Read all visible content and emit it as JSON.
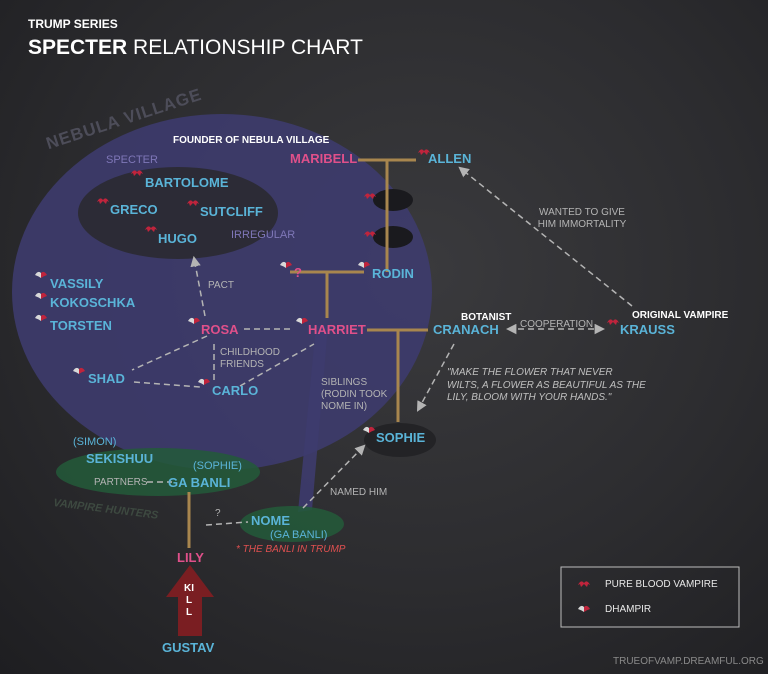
{
  "header": {
    "series": "TRUMP SERIES",
    "title_bold": "SPECTER",
    "title_rest": "RELATIONSHIP CHART"
  },
  "regions": {
    "nebula_village": "NEBULA VILLAGE",
    "vampire_hunters": "VAMPIRE HUNTERS",
    "specter": "SPECTER",
    "irregular": "IRREGULAR"
  },
  "roles": {
    "founder": "FOUNDER OF NEBULA VILLAGE",
    "botanist": "BOTANIST",
    "original_vampire": "ORIGINAL VAMPIRE"
  },
  "characters": {
    "maribell": "MARIBELL",
    "allen": "ALLEN",
    "bartolome": "BARTOLOME",
    "greco": "GRECO",
    "sutcliff": "SUTCLIFF",
    "hugo": "HUGO",
    "unknown": "?",
    "rodin": "RODIN",
    "vassily": "VASSILY",
    "kokoschka": "KOKOSCHKA",
    "torsten": "TORSTEN",
    "rosa": "ROSA",
    "harriet": "HARRIET",
    "cranach": "CRANACH",
    "krauss": "KRAUSS",
    "shad": "SHAD",
    "carlo": "CARLO",
    "sophie": "SOPHIE",
    "simon_alias": "(SIMON)",
    "sekishuu": "SEKISHUU",
    "sophie_alias": "(SOPHIE)",
    "ga_banli": "GA BANLI",
    "nome": "NOME",
    "nome_alias": "(GA BANLI)",
    "lily": "LILY",
    "gustav": "GUSTAV"
  },
  "relations": {
    "wanted": "WANTED TO GIVE HIM IMMORTALITY",
    "pact": "PACT",
    "cooperation": "COOPERATION",
    "childhood": "CHILDHOOD FRIENDS",
    "siblings": "SIBLINGS (RODIN TOOK NOME IN)",
    "named_him": "NAMED HIM",
    "partners": "PARTNERS",
    "unknown_link": "?",
    "kill": "KILL"
  },
  "quote": "\"MAKE THE FLOWER THAT NEVER WILTS, A FLOWER AS BEAUTIFUL AS THE LILY, BLOOM WITH YOUR HANDS.\"",
  "footnote": "* THE BANLI IN TRUMP",
  "legend": {
    "pure_blood": "PURE BLOOD VAMPIRE",
    "dhampir": "DHAMPIR"
  },
  "credit": "TRUEOFVAMP.DREAMFUL.ORG",
  "colors": {
    "vampire_name": "#5ab4d8",
    "female_name": "#e0508a",
    "family_line": "#a8864e",
    "pure_blood_icon": "#c0243c",
    "dhampir_icon": "#d8d8d8",
    "nebula_region": "#3d3b6e",
    "hunter_region": "#235a3a",
    "kill_arrow": "#7a1e22"
  }
}
